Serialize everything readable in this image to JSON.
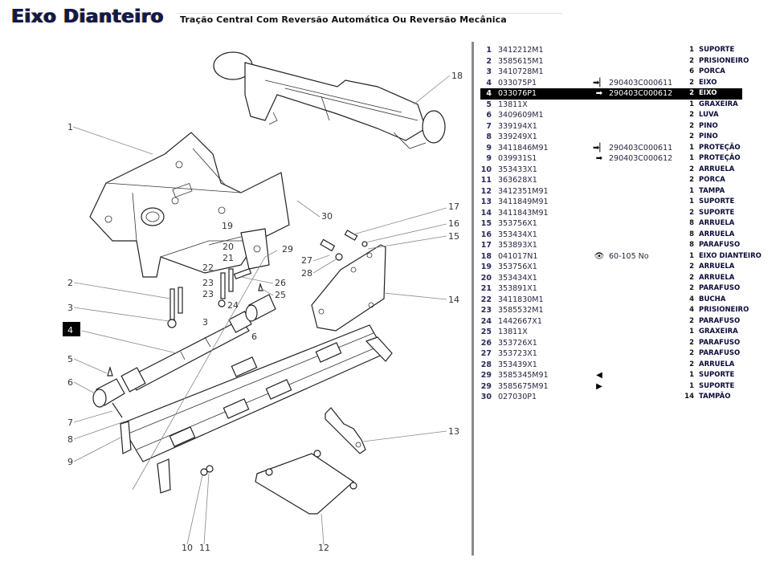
{
  "header": {
    "title": "Eixo Dianteiro",
    "subtitle": "Tração Central Com Reversão Automática Ou Reversão Mecânica"
  },
  "diagram": {
    "highlighted_callout": "4",
    "callouts": [
      "1",
      "2",
      "3",
      "4",
      "5",
      "6",
      "7",
      "8",
      "9",
      "10",
      "11",
      "12",
      "13",
      "14",
      "15",
      "16",
      "17",
      "18",
      "19",
      "20",
      "21",
      "22",
      "23",
      "23",
      "24",
      "3",
      "6",
      "25",
      "26",
      "27",
      "28",
      "29",
      "30"
    ]
  },
  "parts": [
    {
      "ref": "1",
      "pn": "3412212M1",
      "icon": "",
      "serial": "",
      "qty": "1",
      "desc": "SUPORTE"
    },
    {
      "ref": "2",
      "pn": "3585615M1",
      "icon": "",
      "serial": "",
      "qty": "2",
      "desc": "PRISIONEIRO"
    },
    {
      "ref": "3",
      "pn": "3410728M1",
      "icon": "",
      "serial": "",
      "qty": "6",
      "desc": "PORCA"
    },
    {
      "ref": "4",
      "pn": "033075P1",
      "icon": "arrow-up-to-icon",
      "serial": "290403C000611",
      "qty": "2",
      "desc": "EIXO"
    },
    {
      "ref": "4",
      "pn": "033076P1",
      "icon": "arrow-from-icon",
      "serial": "290403C000612",
      "qty": "2",
      "desc": "EIXO",
      "highlighted": true
    },
    {
      "ref": "5",
      "pn": "13811X",
      "icon": "",
      "serial": "",
      "qty": "1",
      "desc": "GRAXEIRA"
    },
    {
      "ref": "6",
      "pn": "3409609M1",
      "icon": "",
      "serial": "",
      "qty": "2",
      "desc": "LUVA"
    },
    {
      "ref": "7",
      "pn": "339194X1",
      "icon": "",
      "serial": "",
      "qty": "2",
      "desc": "PINO"
    },
    {
      "ref": "8",
      "pn": "339249X1",
      "icon": "",
      "serial": "",
      "qty": "2",
      "desc": "PINO"
    },
    {
      "ref": "9",
      "pn": "3411846M91",
      "icon": "arrow-up-to-icon",
      "serial": "290403C000611",
      "qty": "1",
      "desc": "PROTEÇÃO"
    },
    {
      "ref": "9",
      "pn": "039931S1",
      "icon": "arrow-from-icon",
      "serial": "290403C000612",
      "qty": "1",
      "desc": "PROTEÇÃO"
    },
    {
      "ref": "10",
      "pn": "353433X1",
      "icon": "",
      "serial": "",
      "qty": "2",
      "desc": "ARRUELA"
    },
    {
      "ref": "11",
      "pn": "363628X1",
      "icon": "",
      "serial": "",
      "qty": "2",
      "desc": "PORCA"
    },
    {
      "ref": "12",
      "pn": "3412351M91",
      "icon": "",
      "serial": "",
      "qty": "1",
      "desc": "TAMPA"
    },
    {
      "ref": "13",
      "pn": "3411849M91",
      "icon": "",
      "serial": "",
      "qty": "1",
      "desc": "SUPORTE"
    },
    {
      "ref": "14",
      "pn": "3411843M91",
      "icon": "",
      "serial": "",
      "qty": "2",
      "desc": "SUPORTE"
    },
    {
      "ref": "15",
      "pn": "353756X1",
      "icon": "",
      "serial": "",
      "qty": "8",
      "desc": "ARRUELA"
    },
    {
      "ref": "16",
      "pn": "353434X1",
      "icon": "",
      "serial": "",
      "qty": "8",
      "desc": "ARRUELA"
    },
    {
      "ref": "17",
      "pn": "353893X1",
      "icon": "",
      "serial": "",
      "qty": "8",
      "desc": "PARAFUSO"
    },
    {
      "ref": "18",
      "pn": "041017N1",
      "icon": "eye-icon",
      "serial": "60-105 No",
      "qty": "1",
      "desc": "EIXO DIANTEIRO"
    },
    {
      "ref": "19",
      "pn": "353756X1",
      "icon": "",
      "serial": "",
      "qty": "2",
      "desc": "ARRUELA"
    },
    {
      "ref": "20",
      "pn": "353434X1",
      "icon": "",
      "serial": "",
      "qty": "2",
      "desc": "ARRUELA"
    },
    {
      "ref": "21",
      "pn": "353891X1",
      "icon": "",
      "serial": "",
      "qty": "2",
      "desc": "PARAFUSO"
    },
    {
      "ref": "22",
      "pn": "3411830M1",
      "icon": "",
      "serial": "",
      "qty": "4",
      "desc": "BUCHA"
    },
    {
      "ref": "23",
      "pn": "3585532M1",
      "icon": "",
      "serial": "",
      "qty": "4",
      "desc": "PRISIONEIRO"
    },
    {
      "ref": "24",
      "pn": "1442667X1",
      "icon": "",
      "serial": "",
      "qty": "2",
      "desc": "PARAFUSO"
    },
    {
      "ref": "25",
      "pn": "13811X",
      "icon": "",
      "serial": "",
      "qty": "1",
      "desc": "GRAXEIRA"
    },
    {
      "ref": "26",
      "pn": "353726X1",
      "icon": "",
      "serial": "",
      "qty": "2",
      "desc": "PARAFUSO"
    },
    {
      "ref": "27",
      "pn": "353723X1",
      "icon": "",
      "serial": "",
      "qty": "2",
      "desc": "PARAFUSO"
    },
    {
      "ref": "28",
      "pn": "353439X1",
      "icon": "",
      "serial": "",
      "qty": "2",
      "desc": "ARRUELA"
    },
    {
      "ref": "29",
      "pn": "3585345M91",
      "icon": "triangle-left-icon",
      "serial": "",
      "qty": "1",
      "desc": "SUPORTE"
    },
    {
      "ref": "29",
      "pn": "3585675M91",
      "icon": "triangle-right-icon",
      "serial": "",
      "qty": "1",
      "desc": "SUPORTE"
    },
    {
      "ref": "30",
      "pn": "027030P1",
      "icon": "",
      "serial": "",
      "qty": "14",
      "desc": "TAMPÃO"
    }
  ],
  "icon_glyphs": {
    "arrow-up-to-icon": "➡▏",
    "arrow-from-icon": "➡",
    "eye-icon": "👁",
    "triangle-left-icon": "◀",
    "triangle-right-icon": "▶"
  }
}
